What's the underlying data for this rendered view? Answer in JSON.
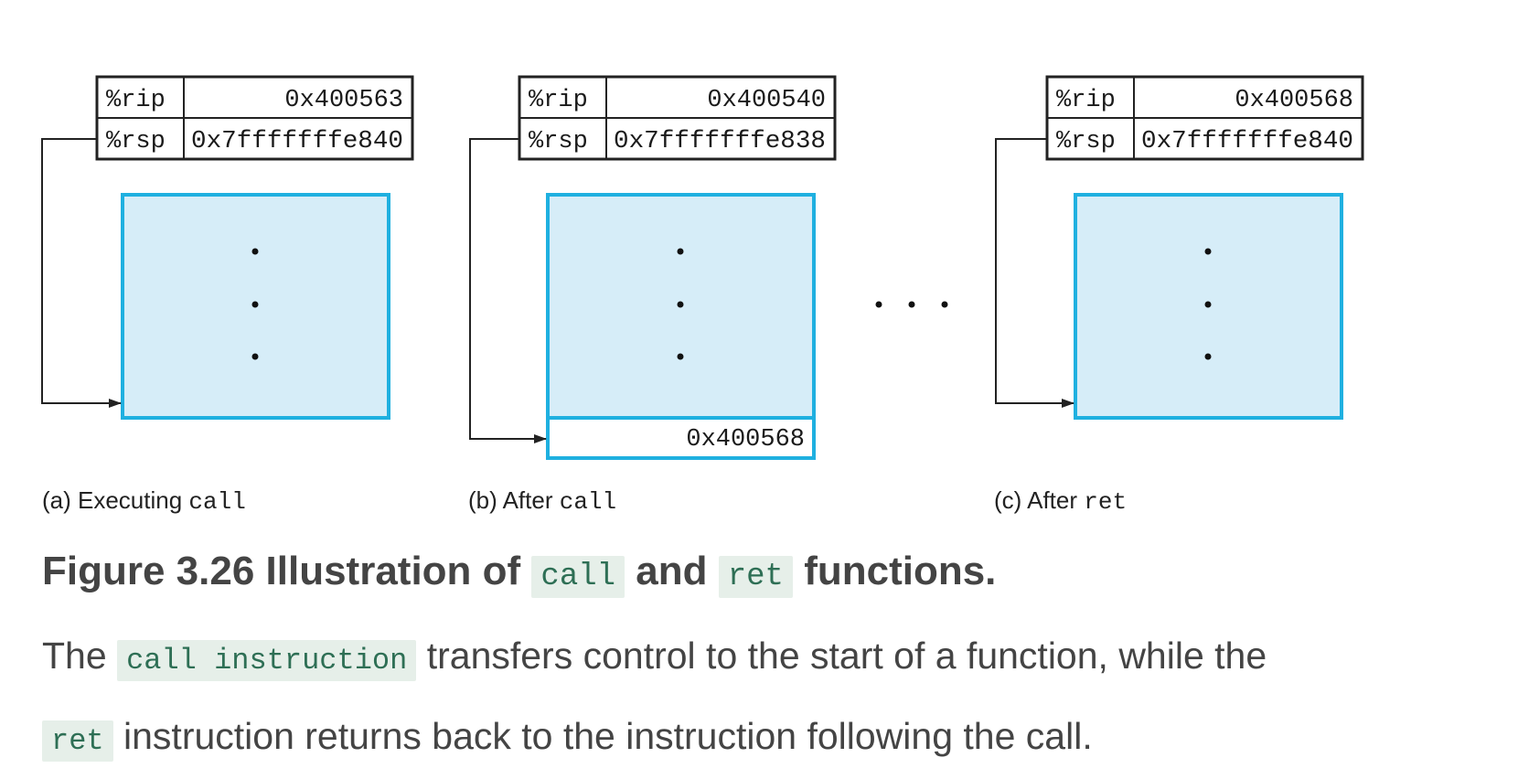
{
  "panels": [
    {
      "rip_label": "%rip",
      "rip_value": "0x400563",
      "rsp_label": "%rsp",
      "rsp_value": "0x7fffffffe840",
      "caption_prefix": "(a) Executing",
      "caption_code": "call",
      "stack_entry": ""
    },
    {
      "rip_label": "%rip",
      "rip_value": "0x400540",
      "rsp_label": "%rsp",
      "rsp_value": "0x7fffffffe838",
      "caption_prefix": "(b) After",
      "caption_code": "call",
      "stack_entry": "0x400568"
    },
    {
      "rip_label": "%rip",
      "rip_value": "0x400568",
      "rsp_label": "%rsp",
      "rsp_value": "0x7fffffffe840",
      "caption_prefix": "(c) After",
      "caption_code": "ret",
      "stack_entry": ""
    }
  ],
  "colors": {
    "stack_fill": "#d6edf8",
    "stack_border": "#1fb0e0",
    "line": "#222222",
    "code_bg": "#e6efe9",
    "code_text": "#2e6f55",
    "caption_text": "#444444"
  },
  "caption": {
    "title_prefix": "Figure 3.26 Illustration of",
    "title_code1": "call",
    "title_and": "and",
    "title_code2": "ret",
    "title_suffix": "functions.",
    "body_part1": "The",
    "body_code1": "call instruction",
    "body_part2": "transfers control to the start of a function, while the",
    "body_code2": "ret",
    "body_part3": "instruction returns back to the instruction following the call."
  }
}
